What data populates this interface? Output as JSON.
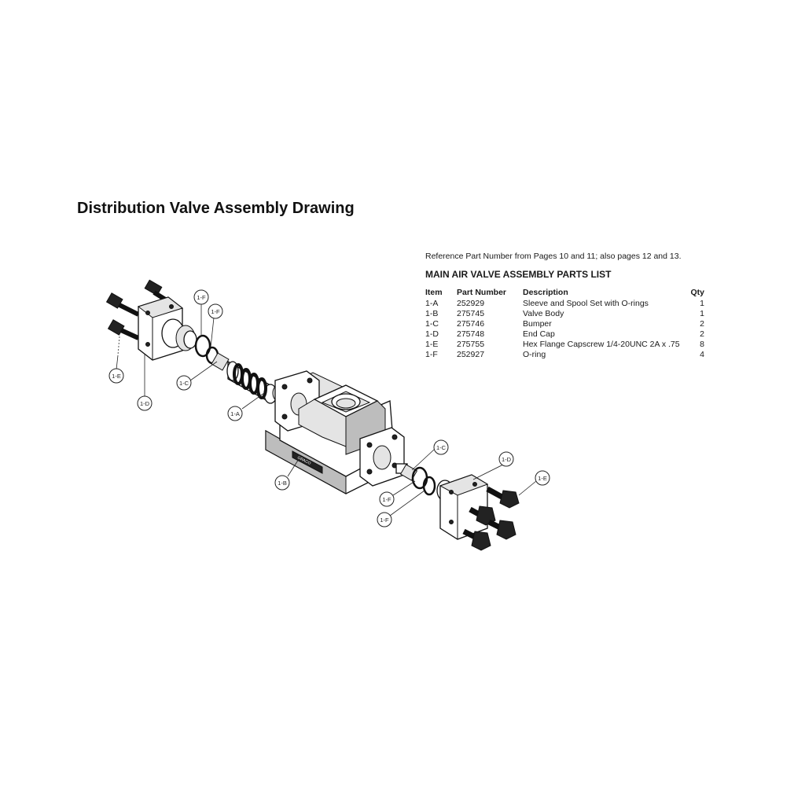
{
  "title": "Distribution Valve Assembly Drawing",
  "reference_note": "Reference Part Number from Pages 10 and 11; also pages 12 and 13.",
  "parts_list": {
    "heading": "MAIN  AIR VALVE ASSEMBLY PARTS LIST",
    "columns": {
      "item": "Item",
      "part_number": "Part Number",
      "description": "Description",
      "qty": "Qty"
    },
    "rows": [
      {
        "item": "1-A",
        "part_number": "252929",
        "description": "Sleeve and Spool Set with O-rings",
        "qty": "1"
      },
      {
        "item": "1-B",
        "part_number": "275745",
        "description": "Valve Body",
        "qty": "1"
      },
      {
        "item": "1-C",
        "part_number": "275746",
        "description": "Bumper",
        "qty": "2"
      },
      {
        "item": "1-D",
        "part_number": "275748",
        "description": "End Cap",
        "qty": "2"
      },
      {
        "item": "1-E",
        "part_number": "275755",
        "description": "Hex Flange Capscrew 1/4-20UNC 2A x .75",
        "qty": "8"
      },
      {
        "item": "1-F",
        "part_number": "252927",
        "description": "O-ring",
        "qty": "4"
      }
    ]
  },
  "callouts": {
    "left_1F_top": "1-F",
    "left_1F_second": "1-F",
    "left_1E": "1-E",
    "left_1C": "1-C",
    "left_1D": "1-D",
    "left_1A": "1-A",
    "body_1B": "1-B",
    "right_1C": "1-C",
    "right_1D": "1-D",
    "right_1E": "1-E",
    "right_1F_upper": "1-F",
    "right_1F_lower": "1-F"
  },
  "body_marking": "GRACO"
}
